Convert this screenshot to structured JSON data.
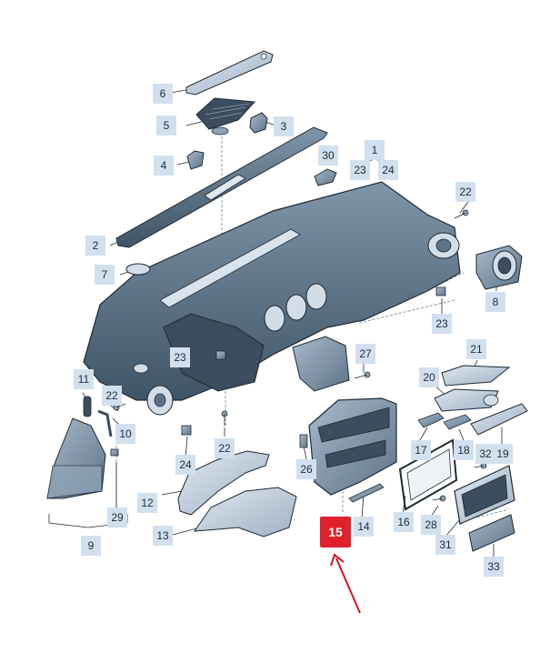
{
  "colors": {
    "part_fill_dark": "#4e6376",
    "part_fill_mid": "#8fa3b6",
    "part_fill_light": "#c9d5e1",
    "outline": "#1e2a36",
    "callout_bg": "#d2e0ee",
    "highlight_bg": "#e0202a",
    "arrow": "#d2141e"
  },
  "callouts": [
    {
      "id": "c1",
      "label": "1"
    },
    {
      "id": "c2",
      "label": "2"
    },
    {
      "id": "c3",
      "label": "3"
    },
    {
      "id": "c4",
      "label": "4"
    },
    {
      "id": "c5",
      "label": "5"
    },
    {
      "id": "c6",
      "label": "6"
    },
    {
      "id": "c7",
      "label": "7"
    },
    {
      "id": "c8",
      "label": "8"
    },
    {
      "id": "c9",
      "label": "9"
    },
    {
      "id": "c10",
      "label": "10"
    },
    {
      "id": "c11",
      "label": "11"
    },
    {
      "id": "c12",
      "label": "12"
    },
    {
      "id": "c13",
      "label": "13"
    },
    {
      "id": "c14",
      "label": "14"
    },
    {
      "id": "c15",
      "label": "15"
    },
    {
      "id": "c16",
      "label": "16"
    },
    {
      "id": "c17",
      "label": "17"
    },
    {
      "id": "c18",
      "label": "18"
    },
    {
      "id": "c19",
      "label": "19"
    },
    {
      "id": "c20",
      "label": "20"
    },
    {
      "id": "c21",
      "label": "21"
    },
    {
      "id": "c22a",
      "label": "22"
    },
    {
      "id": "c22b",
      "label": "22"
    },
    {
      "id": "c22c",
      "label": "22"
    },
    {
      "id": "c23a",
      "label": "23"
    },
    {
      "id": "c23b",
      "label": "23"
    },
    {
      "id": "c23c",
      "label": "23"
    },
    {
      "id": "c24a",
      "label": "24"
    },
    {
      "id": "c24b",
      "label": "24"
    },
    {
      "id": "c26",
      "label": "26"
    },
    {
      "id": "c27",
      "label": "27"
    },
    {
      "id": "c28",
      "label": "28"
    },
    {
      "id": "c29",
      "label": "29"
    },
    {
      "id": "c30",
      "label": "30"
    },
    {
      "id": "c31",
      "label": "31"
    },
    {
      "id": "c32",
      "label": "32"
    },
    {
      "id": "c33",
      "label": "33"
    }
  ]
}
